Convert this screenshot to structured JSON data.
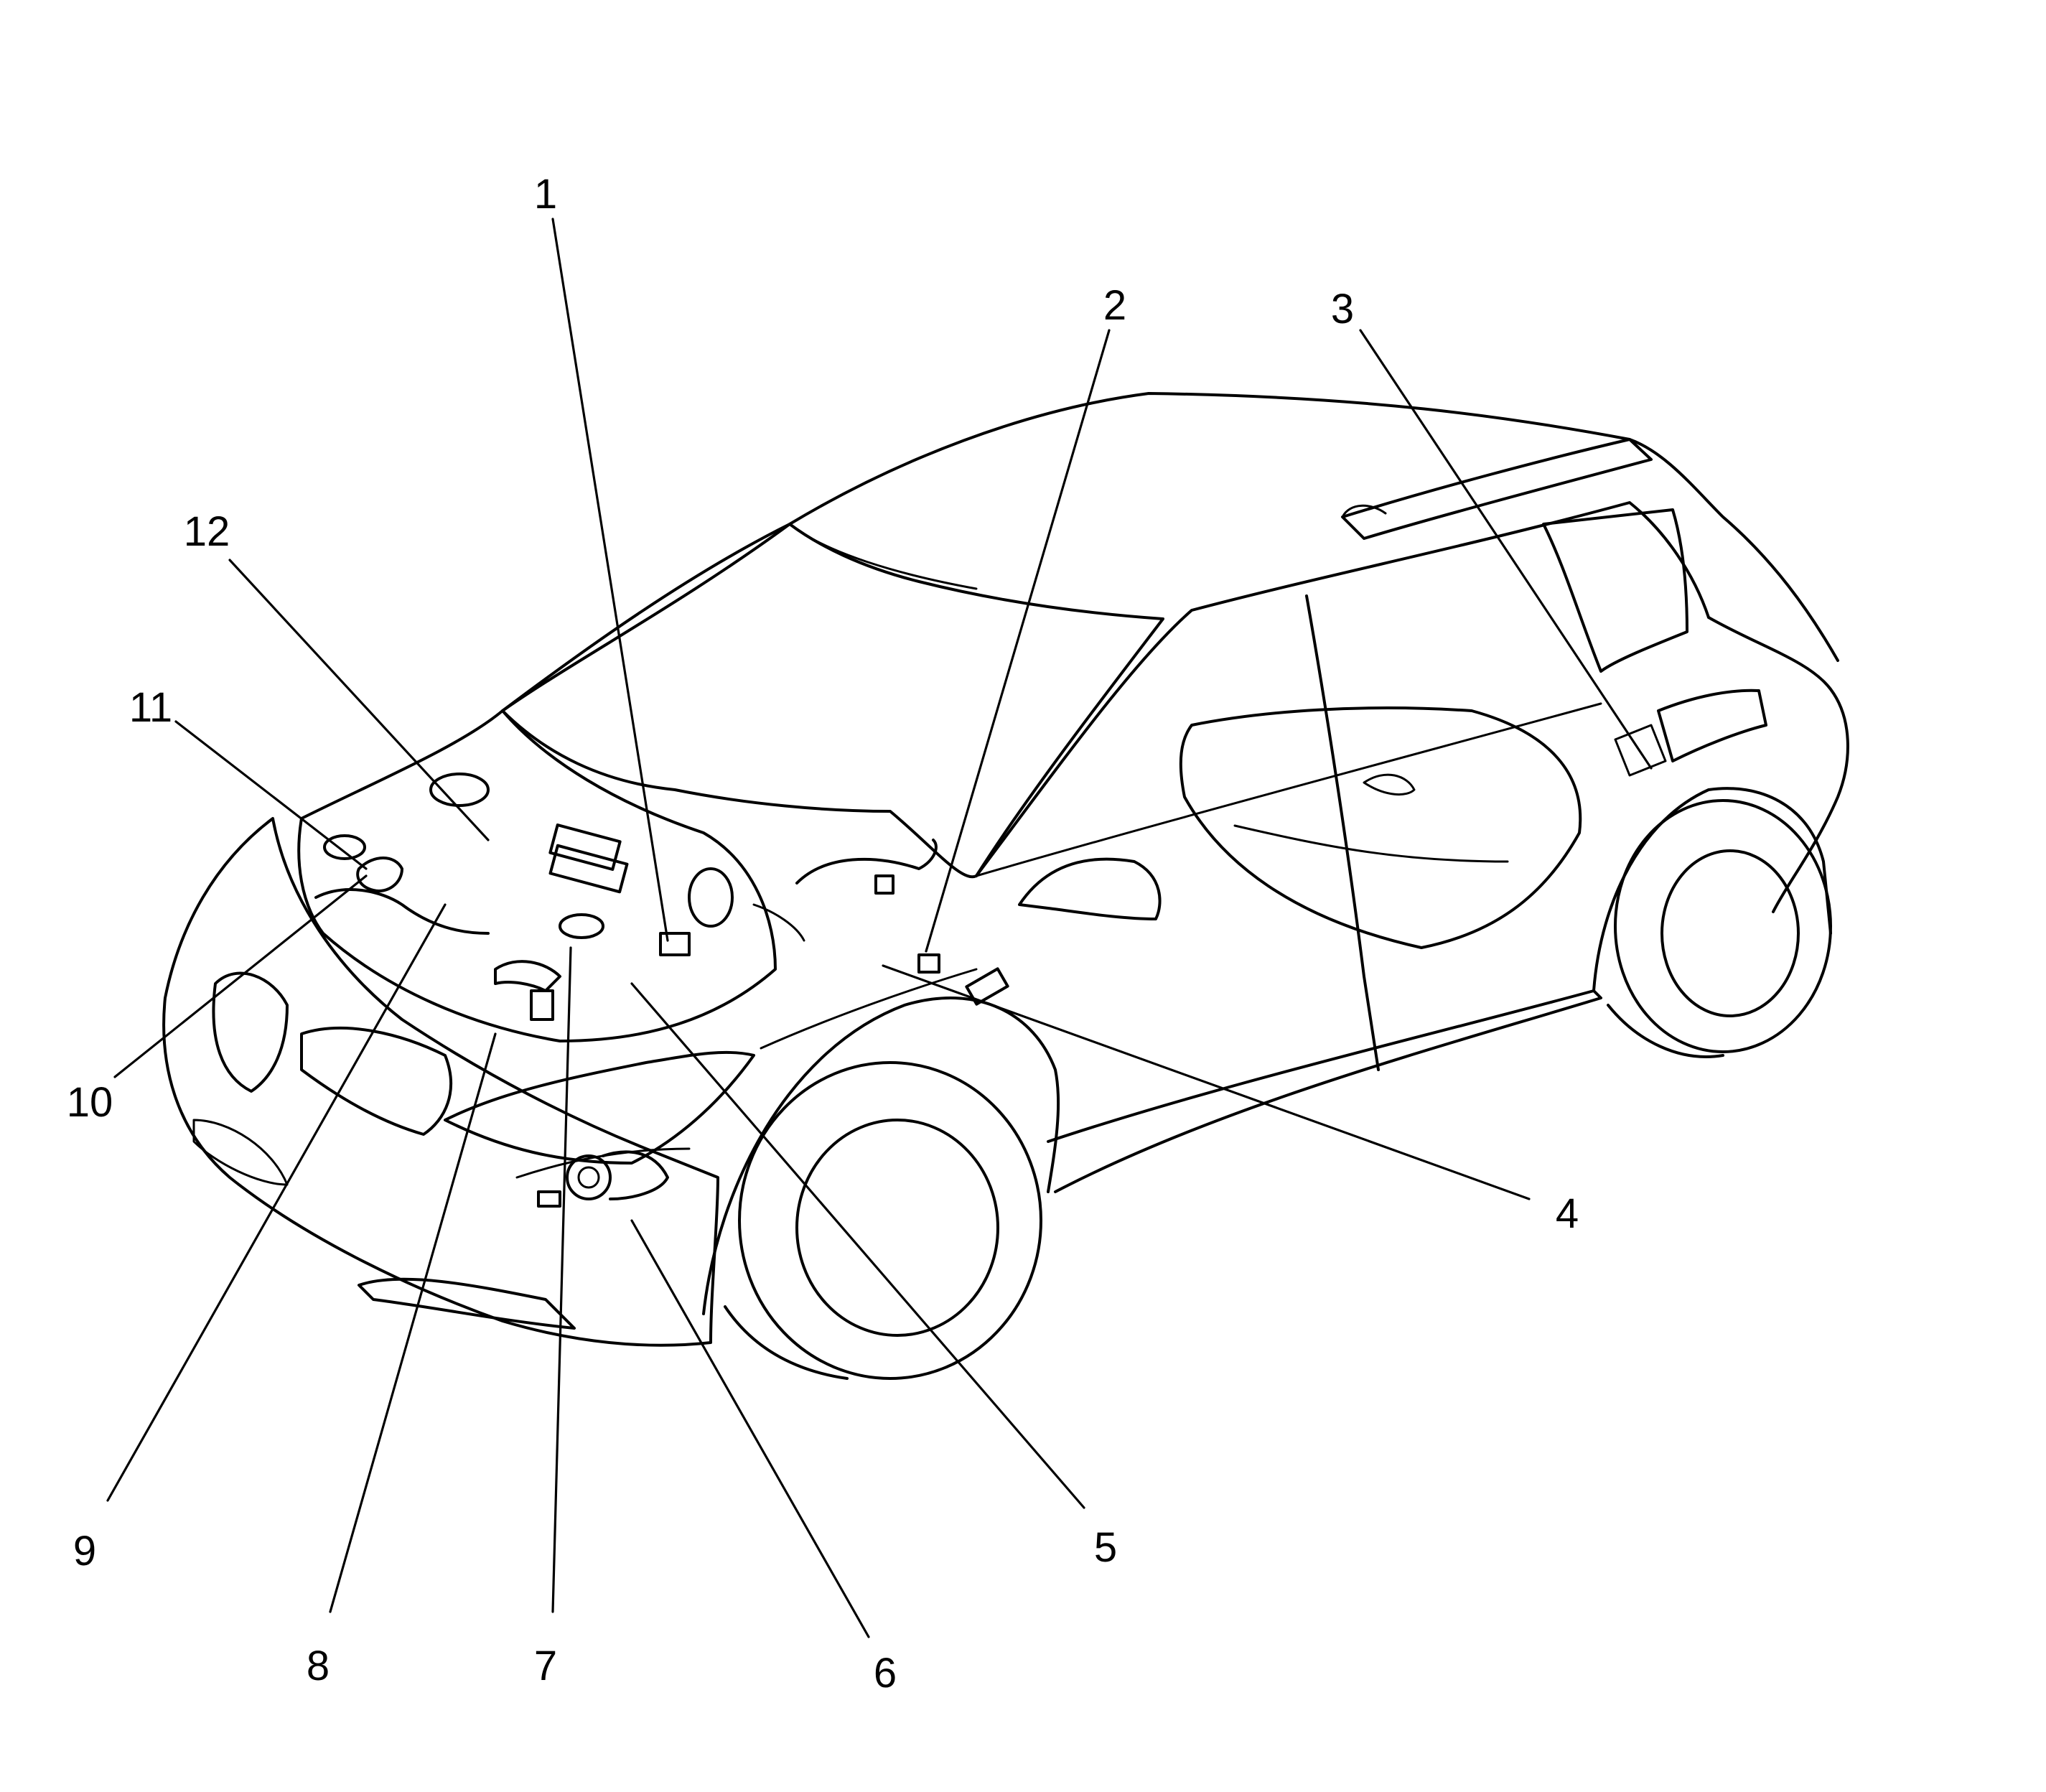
{
  "diagram": {
    "style": "line-art",
    "stroke_color": "#000000",
    "background_color": "#ffffff",
    "subject": "vehicle-outline",
    "callouts": [
      {
        "id": "c1",
        "label": "1"
      },
      {
        "id": "c2",
        "label": "2"
      },
      {
        "id": "c3",
        "label": "3"
      },
      {
        "id": "c4",
        "label": "4"
      },
      {
        "id": "c5",
        "label": "5"
      },
      {
        "id": "c6",
        "label": "6"
      },
      {
        "id": "c7",
        "label": "7"
      },
      {
        "id": "c8",
        "label": "8"
      },
      {
        "id": "c9",
        "label": "9"
      },
      {
        "id": "c10",
        "label": "10"
      },
      {
        "id": "c11",
        "label": "11"
      },
      {
        "id": "c12",
        "label": "12"
      }
    ]
  }
}
